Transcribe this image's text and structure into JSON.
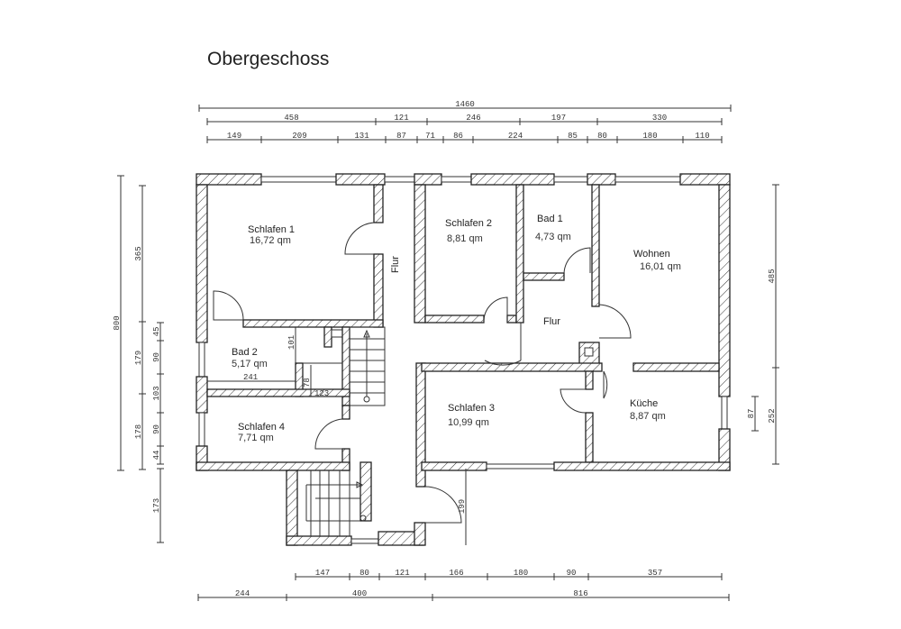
{
  "title": "Obergeschoss",
  "rooms": [
    {
      "name": "Schlafen 1",
      "area": "16,72 qm"
    },
    {
      "name": "Schlafen 2",
      "area": "8,81 qm"
    },
    {
      "name": "Bad 1",
      "area": "4,73 qm"
    },
    {
      "name": "Wohnen",
      "area": "16,01 qm"
    },
    {
      "name": "Bad 2",
      "area": "5,17 qm"
    },
    {
      "name": "Schlafen 3",
      "area": "10,99 qm"
    },
    {
      "name": "Küche",
      "area": "8,87 qm"
    },
    {
      "name": "Schlafen 4",
      "area": "7,71 qm"
    }
  ],
  "hall_labels": [
    "Flur",
    "Flur"
  ],
  "dimensions": {
    "top_total": "1460",
    "top_row1": [
      "458",
      "121",
      "246",
      "197",
      "330"
    ],
    "top_row2": [
      "149",
      "209",
      "131",
      "87",
      "71",
      "86",
      "224",
      "85",
      "80",
      "180",
      "110"
    ],
    "bottom_row1": [
      "147",
      "80",
      "121",
      "166",
      "180",
      "90",
      "357"
    ],
    "bottom_row2": [
      "244",
      "400",
      "816"
    ],
    "left_total": "800",
    "left_row1": [
      "365",
      "179",
      "178"
    ],
    "left_row2": [
      "45",
      "90",
      "103",
      "90",
      "44"
    ],
    "left_stair": "173",
    "right_row": [
      "485",
      "252"
    ],
    "right_window": "87",
    "inner": [
      "101",
      "241",
      "78",
      "123",
      "199"
    ]
  }
}
